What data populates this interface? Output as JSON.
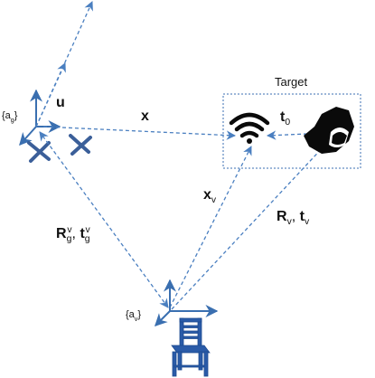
{
  "diagram": {
    "target_title": "Target",
    "labels": {
      "u": "u",
      "x": "x",
      "t0_main": "t",
      "t0_sub": "0",
      "ag_frame": "{a",
      "ag_sub": "g",
      "ag_close": "}",
      "av_frame": "{a",
      "av_sub": "v",
      "av_close": "}",
      "xv_main": "x",
      "xv_sub": "v",
      "Rv_main": "R",
      "Rv_sub": "v",
      "Rv_comma": ", ",
      "tv_main": "t",
      "tv_sub": "v",
      "Rg_main": "R",
      "Rg_sub": "g",
      "Rg_sup": "v",
      "Rg_comma": ", ",
      "tg_main": "t",
      "tg_sub": "g",
      "tg_sup": "v"
    },
    "colors": {
      "arrow": "#3a6fb0",
      "dashed": "#4a7fc0",
      "drone": "#3b5f99",
      "chair": "#2a5ba8",
      "box": "#3b6fb3",
      "icon": "#0a0a0a"
    },
    "icons": [
      "uav-icon",
      "wifi-signal-icon",
      "camera-icon",
      "chair-icon"
    ]
  }
}
